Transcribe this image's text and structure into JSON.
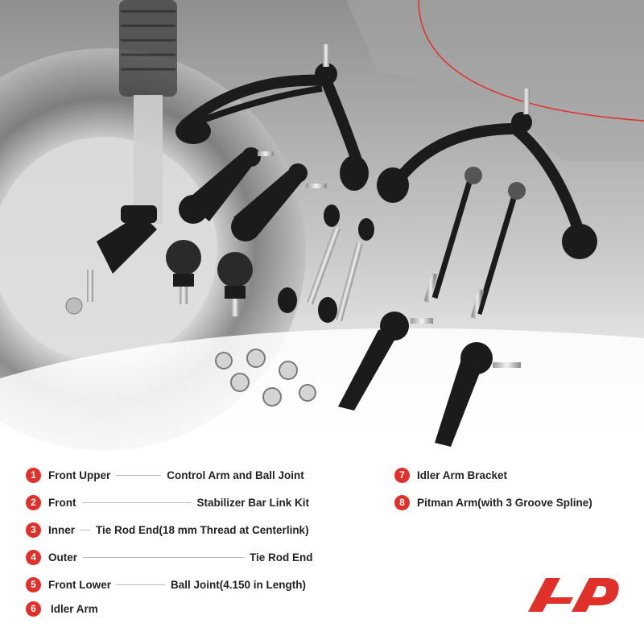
{
  "legend": {
    "items": [
      {
        "n": "1",
        "a": "Front Upper",
        "b": "Control Arm and Ball Joint"
      },
      {
        "n": "2",
        "a": "Front",
        "b": "Stabilizer Bar Link Kit"
      },
      {
        "n": "3",
        "a": "Inner",
        "b": "Tie Rod End(18 mm Thread at Centerlink)"
      },
      {
        "n": "4",
        "a": "Outer",
        "b": "Tie Rod End"
      },
      {
        "n": "5",
        "a": "Front Lower",
        "b": "Ball Joint(4.150 in Length)"
      },
      {
        "n": "6",
        "a": "Idler Arm",
        "b": ""
      },
      {
        "n": "7",
        "a": "Idler Arm Bracket",
        "b": ""
      },
      {
        "n": "8",
        "a": "Pitman Arm(with 3 Groove Spline)",
        "b": ""
      }
    ]
  },
  "colors": {
    "accent_red": "#e1302a",
    "part_black": "#1b1b1b",
    "background_gray": "#d9d9d9"
  },
  "icons": [
    "brand-logo-icon",
    "number-badge-icon"
  ]
}
